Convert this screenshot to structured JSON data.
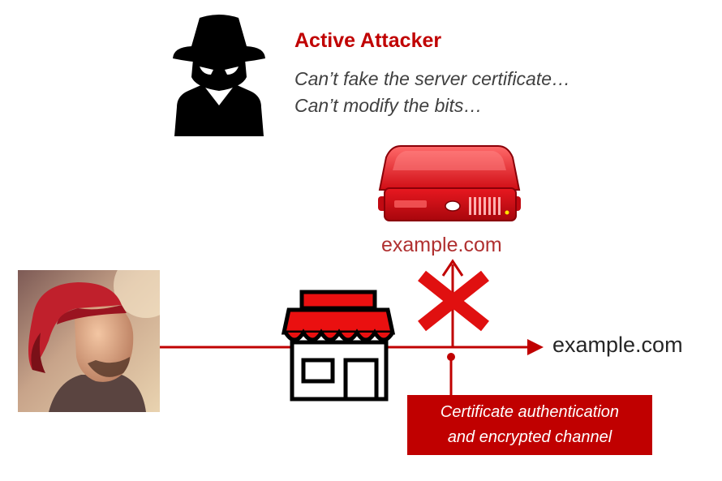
{
  "attacker": {
    "title": "Active Attacker",
    "line1": "Can’t fake the server certificate…",
    "line2": "Can’t modify the bits…"
  },
  "server": {
    "label": "example.com"
  },
  "destination": {
    "label": "example.com"
  },
  "certificate_box": {
    "line1": "Certificate authentication",
    "line2": "and encrypted channel"
  },
  "colors": {
    "accent": "#c00000",
    "server_red": "#e0121a",
    "line_red": "#c00000",
    "text_dark": "#262626"
  },
  "icons": [
    "spy-icon",
    "server-icon",
    "user-photo",
    "store-icon",
    "blocked-x-icon"
  ]
}
